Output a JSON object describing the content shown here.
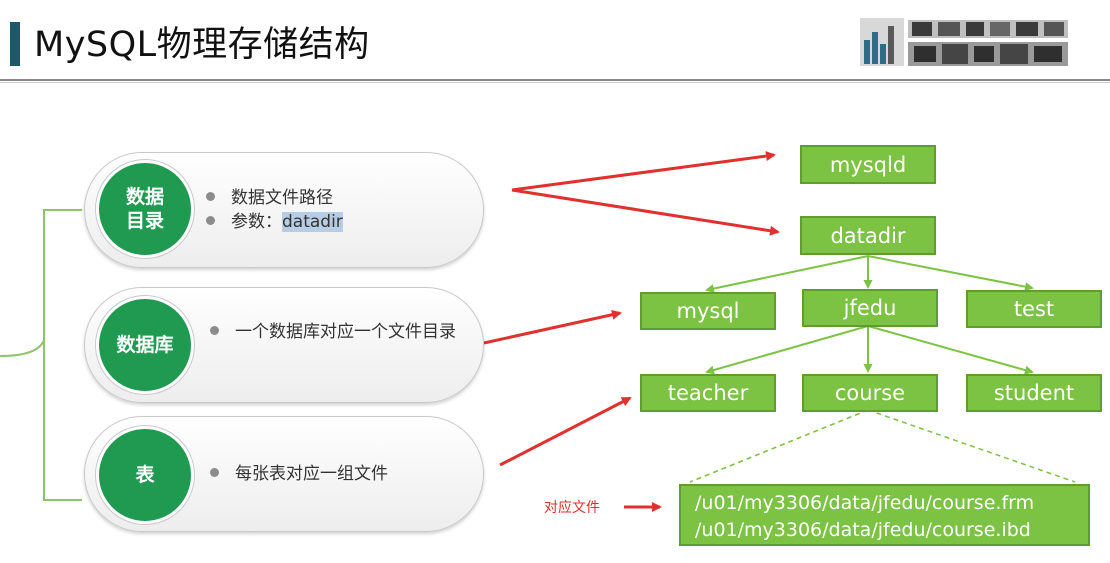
{
  "header": {
    "title": "MySQL物理存储结构"
  },
  "pills": [
    {
      "circle_label": "数据目录",
      "bullets": [
        "数据文件路径",
        "参数：datadir"
      ]
    },
    {
      "circle_label": "数据库",
      "bullets": [
        "一个数据库对应一个文件目录"
      ]
    },
    {
      "circle_label": "表",
      "bullets": [
        "每张表对应一组文件"
      ]
    }
  ],
  "bullet_param_prefix": "参数：",
  "bullet_param_value": "datadir",
  "tree": {
    "mysqld": "mysqld",
    "datadir": "datadir",
    "databases": [
      "mysql",
      "jfedu",
      "test"
    ],
    "tables": [
      "teacher",
      "course",
      "student"
    ],
    "files": [
      "/u01/my3306/data/jfedu/course.frm",
      "/u01/my3306/data/jfedu/course.ibd"
    ]
  },
  "file_label": "对应文件",
  "colors": {
    "accent_green": "#1f9a50",
    "node_green": "#7cc243",
    "arrow_red": "#e0312e",
    "title_bar": "#1c5a6b"
  }
}
